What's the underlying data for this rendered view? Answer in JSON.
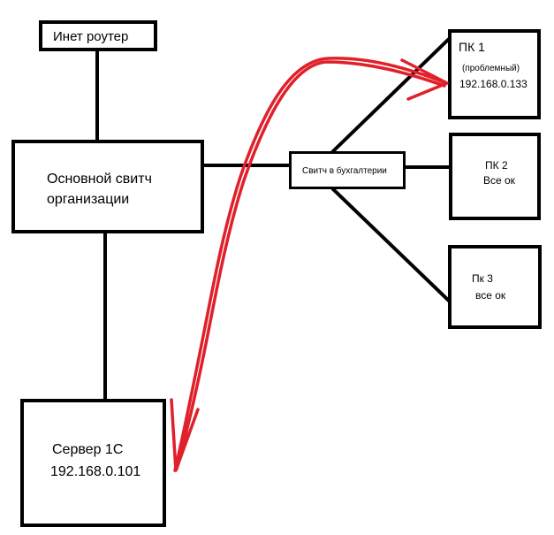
{
  "nodes": {
    "router": {
      "label": "Инет роутер"
    },
    "main_switch": {
      "line1": "Основной свитч",
      "line2": "организации"
    },
    "accounting_switch": {
      "label": "Свитч в бухгалтерии"
    },
    "pc1": {
      "title": "ПК 1",
      "note": "(проблемный)",
      "ip": "192.168.0.133"
    },
    "pc2": {
      "title": "ПК 2",
      "status": "Все ок"
    },
    "pc3": {
      "title": "Пк 3",
      "status": "все ок"
    },
    "server": {
      "title": "Сервер 1С",
      "ip": "192.168.0.101"
    }
  },
  "colors": {
    "line": "#000000",
    "arrow": "#e0202a",
    "background": "#ffffff"
  }
}
